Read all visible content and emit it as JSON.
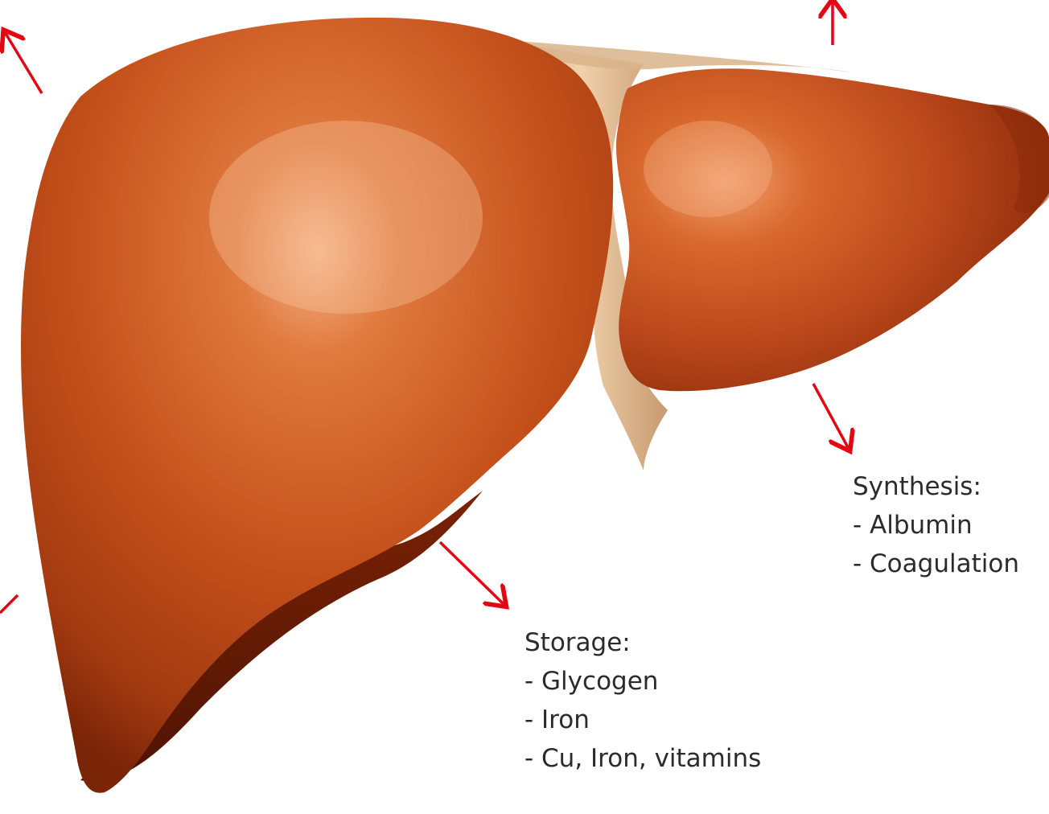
{
  "annotations": {
    "synthesis": {
      "heading": "Synthesis:",
      "items": [
        "- Albumin",
        "- Coagulation"
      ]
    },
    "storage": {
      "heading": "Storage:",
      "items": [
        "- Glycogen",
        "- Iron",
        "- Cu, Iron, vitamins"
      ]
    }
  },
  "colors": {
    "arrow": "#e30613",
    "liver_dark": "#8a2a0a",
    "liver_mid": "#c24a16",
    "liver_light": "#f2a070",
    "ligament": "#d9b48a",
    "text": "#2b2b2b"
  }
}
